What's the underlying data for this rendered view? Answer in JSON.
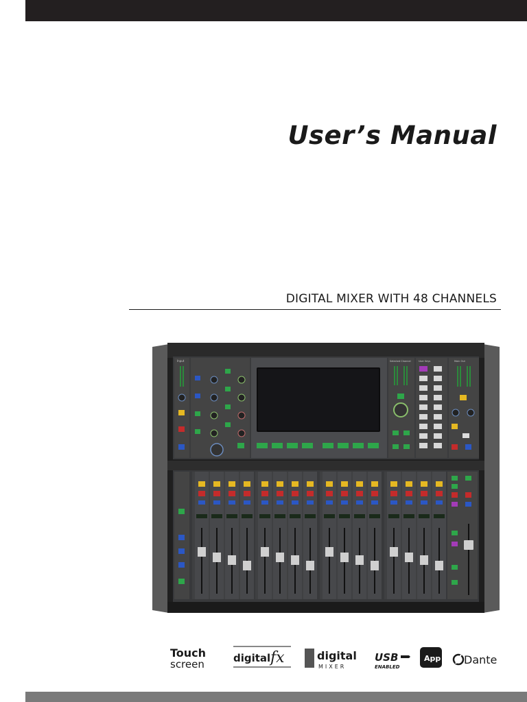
{
  "document": {
    "title": "User’s Manual",
    "subtitle": "DIGITAL MIXER WITH 48 CHANNELS"
  },
  "product_image": {
    "panel_labels": [
      "Input",
      "Selected Channel",
      "User Keys",
      "Main Out"
    ]
  },
  "logos": {
    "touchscreen": [
      "Touch",
      "screen"
    ],
    "digitalfx": "digital",
    "digitalfx_suffix": "fx",
    "digitalmixer": [
      "digital",
      "MIXER"
    ],
    "usb": [
      "USB",
      "ENABLED"
    ],
    "app": "App",
    "dante": "Dante"
  },
  "colors": {
    "top_bar": "#231f20",
    "bottom_bar": "#7a7a7a"
  }
}
